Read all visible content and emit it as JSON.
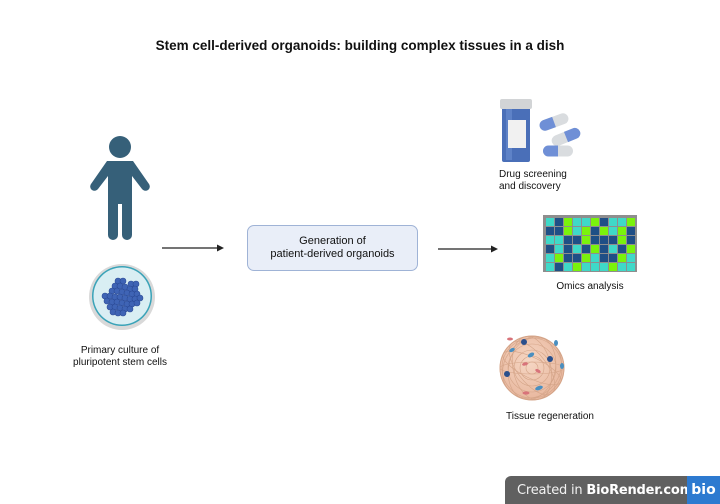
{
  "title": "Stem cell-derived organoids: building complex tissues in a dish",
  "left": {
    "person_icon": "person-icon",
    "dish_icon": "petri-dish-stem-cells-icon",
    "label_line1": "Primary culture of",
    "label_line2": "pluripotent stem cells"
  },
  "center": {
    "line1": "Generation of",
    "line2": "patient-derived organoids"
  },
  "applications": [
    {
      "icon": "pill-bottle-capsules-icon",
      "line1": "Drug screening",
      "line2": "and discovery"
    },
    {
      "icon": "omics-heatmap-icon",
      "line1": "Omics analysis"
    },
    {
      "icon": "tissue-sphere-icon",
      "line1": "Tissue regeneration"
    }
  ],
  "heatmap": {
    "colors": {
      "T": "#3fd9c8",
      "D": "#1f4f86",
      "G": "#7af20c"
    },
    "rows": [
      "TDGTTGDTTG",
      "DDGTGDGTGD",
      "TTDDGDDDGD",
      "DTDTDGDTDG",
      "TGDDGTDDGT",
      "TDTGTTTGTT"
    ]
  },
  "colors": {
    "person": "#366079",
    "arrow": "#222222",
    "box_fill": "#e9eef8",
    "box_border": "#9fb3d6"
  },
  "watermark": {
    "prefix": "Created in ",
    "brand": "BioRender.com",
    "logo": "bio"
  }
}
